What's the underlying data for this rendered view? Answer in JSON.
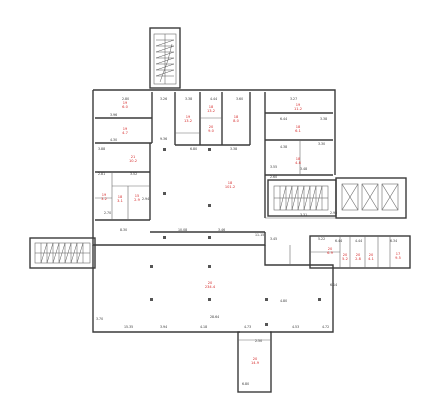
{
  "plan": {
    "colors": {
      "wall": "#3a3a3a",
      "room_label": "#d62a2a",
      "dimension": "#333333"
    },
    "room_labels": [
      {
        "id": "r1",
        "text": "19",
        "sub": "6.0"
      },
      {
        "id": "r2",
        "text": "19",
        "sub": "4.7"
      },
      {
        "id": "r3",
        "text": "21",
        "sub": "10.2"
      },
      {
        "id": "r4",
        "text": "19",
        "sub": "13.2"
      },
      {
        "id": "r5",
        "text": "18",
        "sub": "13.2"
      },
      {
        "id": "r6",
        "text": "20",
        "sub": "9.0"
      },
      {
        "id": "r7",
        "text": "18",
        "sub": "8.0"
      },
      {
        "id": "r8",
        "text": "19",
        "sub": "11.2"
      },
      {
        "id": "r9",
        "text": "18",
        "sub": "6.1"
      },
      {
        "id": "r10",
        "text": "18",
        "sub": "4.8"
      },
      {
        "id": "r11",
        "text": "19",
        "sub": "3.2"
      },
      {
        "id": "r12",
        "text": "18",
        "sub": "3.1"
      },
      {
        "id": "r13",
        "text": "15",
        "sub": "2.9"
      },
      {
        "id": "r14",
        "text": "20",
        "sub": "6.9"
      },
      {
        "id": "r15",
        "text": "20",
        "sub": "5.2"
      },
      {
        "id": "r16",
        "text": "20",
        "sub": "2.8"
      },
      {
        "id": "r17",
        "text": "20",
        "sub": "4.1"
      },
      {
        "id": "r18",
        "text": "17",
        "sub": "9.5"
      },
      {
        "id": "hall",
        "text": "18",
        "sub": "101.2"
      },
      {
        "id": "bighall",
        "text": "20",
        "sub": "234.4"
      },
      {
        "id": "south",
        "text": "20",
        "sub": "14.9"
      }
    ],
    "dimensions": [
      "2.80",
      "3.26",
      "3.38",
      "4.44",
      "3.60",
      "3.27",
      "3.96",
      "4.30",
      "3.88",
      "2.81",
      "3.52",
      "2.94",
      "2.70",
      "8.30",
      "10.08",
      "3.46",
      "11.15",
      "3.45",
      "9.36",
      "6.80",
      "3.38",
      "6.44",
      "3.38",
      "4.38",
      "3.30",
      "3.55",
      "3.48",
      "2.60",
      "2.95",
      "3.31",
      "5.22",
      "6.44",
      "4.44",
      "6.34",
      "28.64",
      "6.14",
      "4.80",
      "15.35",
      "3.94",
      "4.18",
      "4.73",
      "4.53",
      "4.72",
      "6.80",
      "2.50",
      "3.70"
    ]
  }
}
